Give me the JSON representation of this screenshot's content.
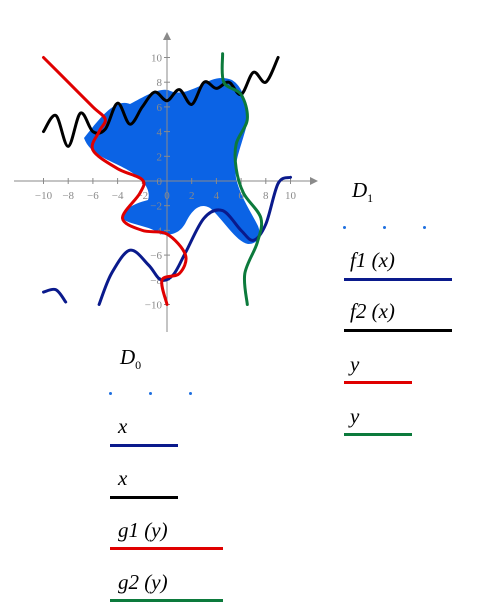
{
  "chart_data": {
    "type": "line",
    "title": "",
    "xlabel": "",
    "ylabel": "",
    "xlim": [
      -12,
      12
    ],
    "ylim": [
      -12,
      12
    ],
    "x_ticks": [
      "−10",
      "−8",
      "−6",
      "−4",
      "−2",
      "0",
      "2",
      "4",
      "6",
      "8",
      "10"
    ],
    "y_ticks": [
      "10",
      "8",
      "6",
      "4",
      "2",
      "0",
      "−2",
      "−4",
      "−6",
      "−8",
      "−10"
    ],
    "grid": false,
    "fill_region": {
      "color": "#0b63e5",
      "description": "area enclosed between the four curves"
    },
    "series": [
      {
        "color": "#0a1a8c",
        "points": [
          [
            -10,
            -9
          ],
          [
            -9,
            -8.8
          ],
          [
            -8.2,
            -9.8
          ]
        ]
      },
      {
        "color": "#0a1a8c",
        "points": [
          [
            -5.5,
            -10
          ],
          [
            -4.5,
            -7.5
          ],
          [
            -3,
            -5.6
          ],
          [
            -1.5,
            -6.8
          ],
          [
            -0.5,
            -8
          ],
          [
            0.5,
            -7.6
          ],
          [
            1.5,
            -5.8
          ],
          [
            3,
            -3
          ],
          [
            4.5,
            -2.4
          ],
          [
            6,
            -4
          ],
          [
            7,
            -4.8
          ],
          [
            8,
            -3.5
          ],
          [
            9,
            -0.2
          ],
          [
            10,
            0.3
          ]
        ]
      },
      {
        "color": "#000000",
        "points": [
          [
            -10,
            4
          ],
          [
            -9,
            5.3
          ],
          [
            -8,
            2.8
          ],
          [
            -7,
            5.5
          ],
          [
            -6,
            4
          ],
          [
            -5,
            4.2
          ],
          [
            -4,
            6.3
          ],
          [
            -3,
            4.6
          ],
          [
            -2,
            6
          ],
          [
            -1,
            7.2
          ],
          [
            0,
            6.5
          ],
          [
            1,
            7.4
          ],
          [
            2,
            6.2
          ],
          [
            3,
            8
          ],
          [
            4,
            7.5
          ],
          [
            5,
            8
          ],
          [
            6,
            7
          ],
          [
            7,
            8.8
          ],
          [
            8,
            8
          ],
          [
            9,
            10
          ]
        ]
      },
      {
        "color": "#e00000",
        "points": [
          [
            -10,
            10
          ],
          [
            -8,
            8
          ],
          [
            -6,
            6
          ],
          [
            -5,
            5
          ],
          [
            -5.5,
            4
          ],
          [
            -6,
            2.5
          ],
          [
            -4,
            1
          ],
          [
            -2,
            0.1
          ],
          [
            -2.2,
            -1
          ],
          [
            -3.6,
            -3
          ],
          [
            -2,
            -4
          ],
          [
            0,
            -4.3
          ],
          [
            1.5,
            -6
          ],
          [
            1,
            -7.5
          ],
          [
            -0.4,
            -8
          ],
          [
            0,
            -10
          ]
        ]
      },
      {
        "color": "#0c7a3c",
        "points": [
          [
            4.5,
            10.3
          ],
          [
            4.6,
            8
          ],
          [
            6,
            7
          ],
          [
            6.5,
            5
          ],
          [
            5.6,
            3
          ],
          [
            5.6,
            1
          ],
          [
            6.2,
            -1
          ],
          [
            7.6,
            -3
          ],
          [
            7.3,
            -5
          ],
          [
            6.3,
            -7.5
          ],
          [
            6.5,
            -10
          ]
        ]
      }
    ]
  },
  "legend": {
    "left": {
      "domain_label": "D",
      "domain_sub": "0",
      "entries": [
        {
          "text": "x",
          "color": "#0a1a8c"
        },
        {
          "text": "x",
          "color": "#000000"
        },
        {
          "text": "g1 (y)",
          "color": "#e00000"
        },
        {
          "text": "g2 (y)",
          "color": "#0c7a3c"
        }
      ]
    },
    "right": {
      "domain_label": "D",
      "domain_sub": "1",
      "entries": [
        {
          "text": "f1 (x)",
          "color": "#0a1a8c"
        },
        {
          "text": "f2 (x)",
          "color": "#000000"
        },
        {
          "text": "y",
          "color": "#e00000"
        },
        {
          "text": "y",
          "color": "#0c7a3c"
        }
      ]
    }
  }
}
